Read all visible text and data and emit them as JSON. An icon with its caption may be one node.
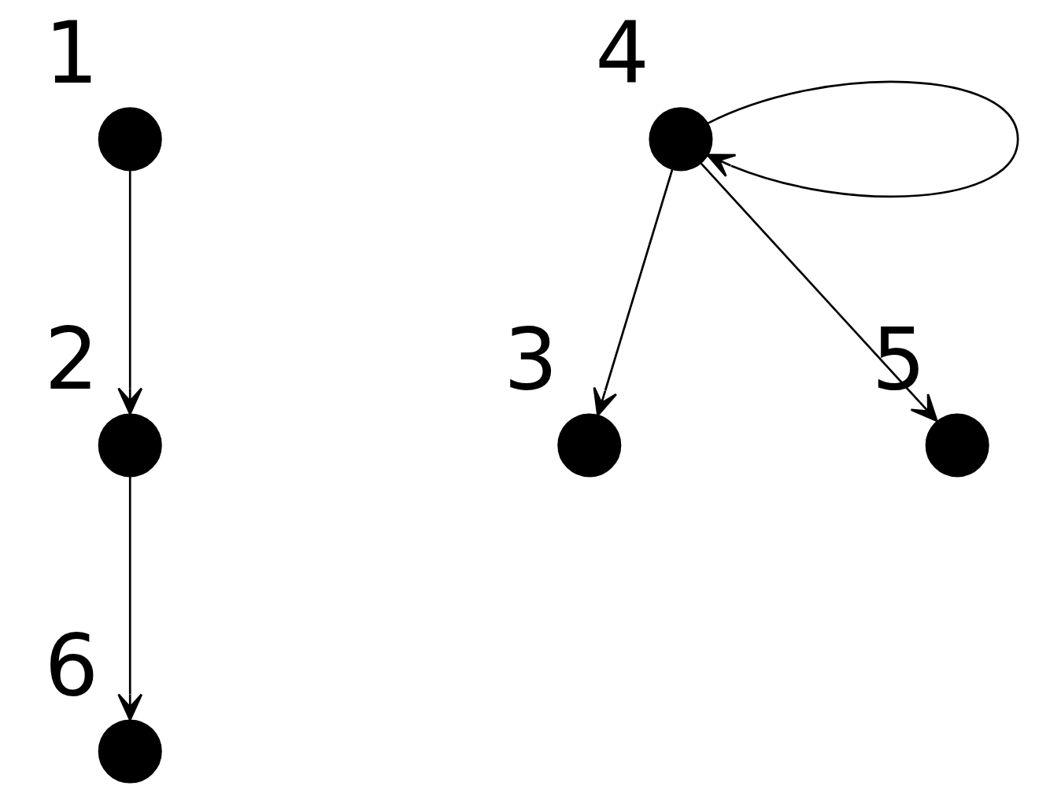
{
  "diagram": {
    "nodes": [
      {
        "text": [],
        "shape": "circle",
        "beside": [
          "1"
        ]
      },
      {
        "text": [],
        "shape": "circle",
        "beside": [
          "2"
        ]
      },
      {
        "text": [],
        "shape": "circle",
        "beside": [
          "3"
        ]
      },
      {
        "text": [],
        "shape": "circle",
        "beside": [
          "4"
        ]
      },
      {
        "text": [],
        "shape": "circle",
        "beside": [
          "5"
        ]
      },
      {
        "text": [],
        "shape": "circle",
        "beside": [
          "6"
        ]
      }
    ],
    "edges": [
      {
        "from": 0,
        "to": 1,
        "arrow": "to"
      },
      {
        "from": 1,
        "to": 5,
        "arrow": "to"
      },
      {
        "from": 3,
        "to": 2,
        "arrow": "to"
      },
      {
        "from": 3,
        "to": 4,
        "arrow": "to"
      },
      {
        "from": 3,
        "to": 3,
        "arrow": "to"
      }
    ]
  }
}
